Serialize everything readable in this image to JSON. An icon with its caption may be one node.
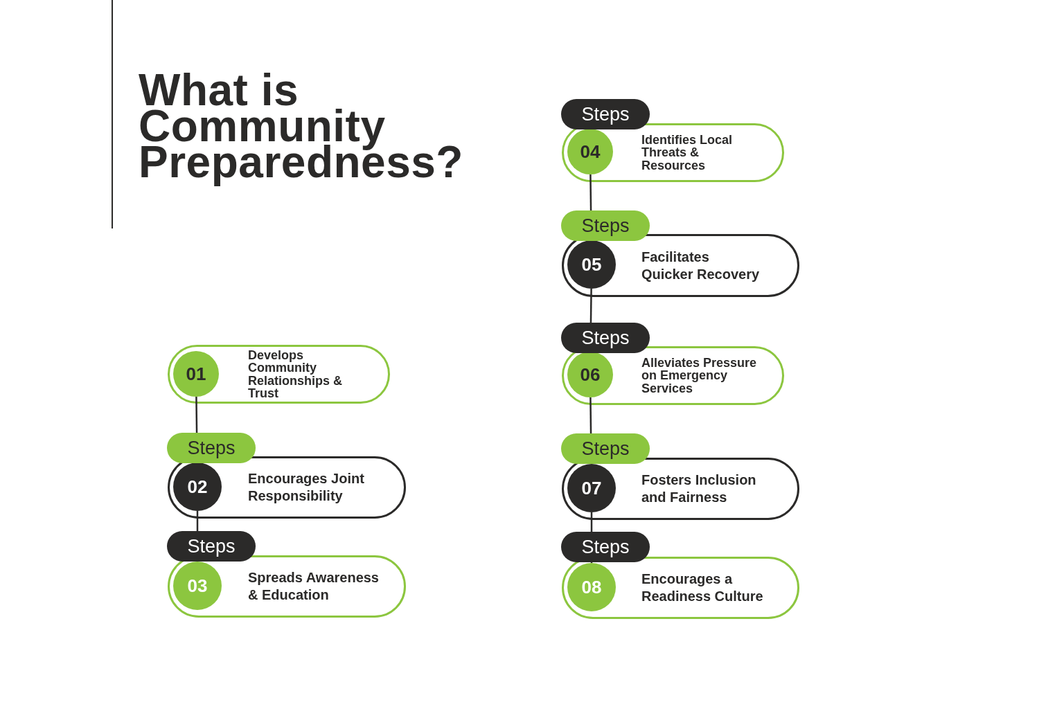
{
  "diagram": {
    "title": "What is Community Preparedness?",
    "nodes": [
      {
        "text": [
          "Develops Community Relationships & Trust"
        ]
      },
      {
        "text": [
          "01"
        ],
        "in": 0
      },
      {
        "text": [
          "Steps",
          "Encourages Joint Responsibility"
        ]
      },
      {
        "text": [
          "02"
        ],
        "in": 2
      },
      {
        "text": [
          "Steps",
          "Spreads Awareness & Education"
        ]
      },
      {
        "text": [
          "03"
        ],
        "in": 4
      },
      {
        "text": [
          "Steps",
          "Identifies Local Threats & Resources"
        ]
      },
      {
        "text": [
          "04"
        ],
        "in": 6
      },
      {
        "text": [
          "Steps",
          "Facilitates Quicker Recovery"
        ]
      },
      {
        "text": [
          "05"
        ],
        "in": 8
      },
      {
        "text": [
          "Steps",
          "Alleviates Pressure on Emergency Services"
        ]
      },
      {
        "text": [
          "06"
        ],
        "in": 10
      },
      {
        "text": [
          "Steps",
          "Fosters Inclusion and Fairness"
        ]
      },
      {
        "text": [
          "07"
        ],
        "in": 12
      },
      {
        "text": [
          "Steps",
          "Encourages a Readiness Culture"
        ]
      },
      {
        "text": [
          "08"
        ],
        "in": 14
      }
    ],
    "edges": [
      {
        "from": 1,
        "to": 3,
        "arrow": "none"
      },
      {
        "from": 3,
        "to": 5,
        "arrow": "none"
      },
      {
        "from": 7,
        "to": 9,
        "arrow": "none"
      },
      {
        "from": 9,
        "to": 11,
        "arrow": "none"
      },
      {
        "from": 11,
        "to": 13,
        "arrow": "none"
      },
      {
        "from": 13,
        "to": 15,
        "arrow": "none"
      }
    ]
  }
}
